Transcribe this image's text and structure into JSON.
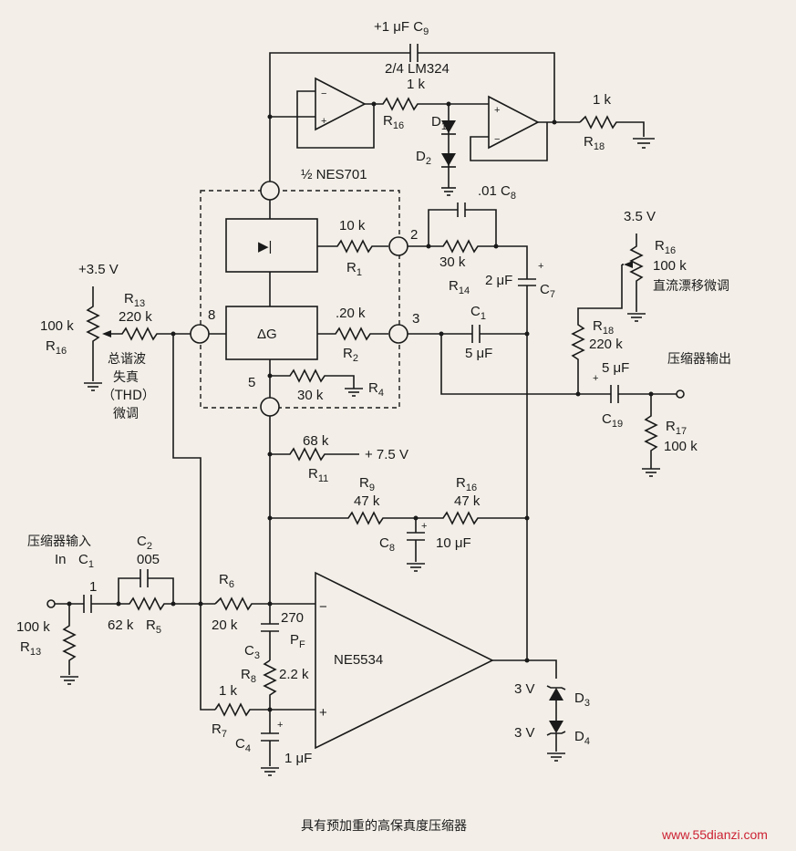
{
  "caption": "具有预加重的高保真度压缩器",
  "watermark": "www.55dianzi.com",
  "chips": {
    "lm324": "2/4 LM324",
    "nes701": "½ NES701",
    "ne5534": "NE5534",
    "rectifier_symbol": "▶|",
    "gain_cell": "ΔG"
  },
  "labels": {
    "c9": "+1 μF C",
    "c9_sub": "9",
    "r16a_val": "1 k",
    "r16a": "R",
    "r16a_sub": "16",
    "d1": "D",
    "d1_sub": "1",
    "d2": "D",
    "d2_sub": "2",
    "r18a_val": "1 k",
    "r18a": "R",
    "r18a_sub": "18",
    "c8a": ".01 C",
    "c8a_sub": "8",
    "r1_val": "10 k",
    "r1": "R",
    "r1_sub": "1",
    "pin2": "2",
    "r14_val": "30 k",
    "r14": "R",
    "r14_sub": "14",
    "c7_val": "2 μF",
    "c7": "C",
    "c7_sub": "7",
    "vcc_left": "+3.5 V",
    "r16b_val": "100 k",
    "r16b": "R",
    "r16b_sub": "16",
    "r13a": "R",
    "r13a_sub": "13",
    "r13a_val": "220 k",
    "pin8": "8",
    "r2_val": ".20 k",
    "r2": "R",
    "r2_sub": "2",
    "pin3": "3",
    "c1a": "C",
    "c1a_sub": "1",
    "c1a_val": "5 μF",
    "thd_1": "总谐波",
    "thd_2": "失真",
    "thd_3": "（THD）",
    "thd_4": "微调",
    "pin5": "5",
    "r4_val": "30 k",
    "r4": "R",
    "r4_sub": "4",
    "vcc_right": "3.5 V",
    "r16c": "R",
    "r16c_sub": "16",
    "r16c_val": "100 k",
    "dc_trim": "直流漂移微调",
    "r18b": "R",
    "r18b_sub": "18",
    "r18b_val": "220 k",
    "out_label": "压缩器输出",
    "c19_val": "5 μF",
    "c19": "C",
    "c19_sub": "19",
    "r17": "R",
    "r17_sub": "17",
    "r17_val": "100 k",
    "r11_val": "68 k",
    "r11": "R",
    "r11_sub": "11",
    "v75": "+ 7.5 V",
    "r9": "R",
    "r9_sub": "9",
    "r9_val": "47 k",
    "r16d": "R",
    "r16d_sub": "16",
    "r16d_val": "47 k",
    "c8b": "C",
    "c8b_sub": "8",
    "c8b_val": "10 μF",
    "in_label": "压缩器输入",
    "in_text": "In",
    "c1b": "C",
    "c1b_sub": "1",
    "c1b_val": "1",
    "c2": "C",
    "c2_sub": "2",
    "c2_val": "005",
    "r5_val": "62 k",
    "r5": "R",
    "r5_sub": "5",
    "r6": "R",
    "r6_sub": "6",
    "r6_val": "20 k",
    "c3_val": "270",
    "c3_unit": "P",
    "c3_unit_sub": "F",
    "c3": "C",
    "c3_sub": "3",
    "r8": "R",
    "r8_sub": "8",
    "r8_val": "2.2 k",
    "r13b_val": "100 k",
    "r13b": "R",
    "r13b_sub": "13",
    "r7_val": "1 k",
    "r7": "R",
    "r7_sub": "7",
    "c4": "C",
    "c4_sub": "4",
    "c4_val": "1 μF",
    "d3_val": "3 V",
    "d3": "D",
    "d3_sub": "3",
    "d4_val": "3 V",
    "d4": "D",
    "d4_sub": "4"
  }
}
